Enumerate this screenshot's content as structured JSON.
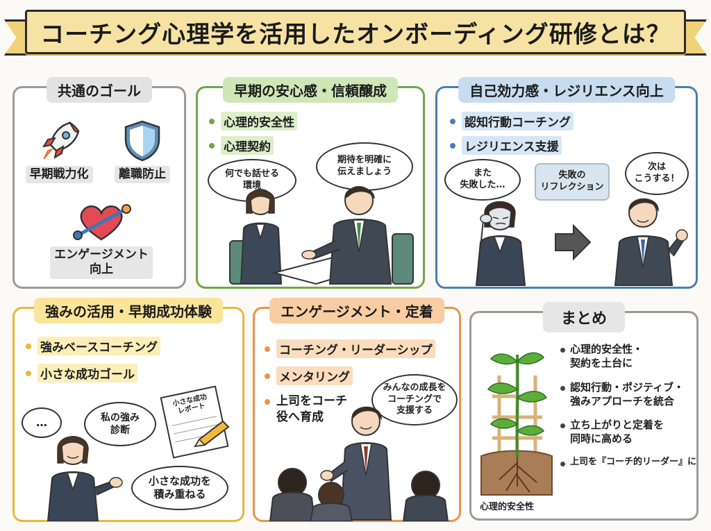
{
  "title": "コーチング心理学を活用したオンボーディング研修とは？",
  "colors": {
    "banner": "#f6e3a4",
    "green": "#6fa64a",
    "blue": "#4a7fb0",
    "yellow": "#e6b93a",
    "orange": "#e9934a",
    "gray": "#9a9a9a"
  },
  "goal": {
    "title": "共通のゴール",
    "items": [
      {
        "label": "早期戦力化",
        "icon": "rocket-icon"
      },
      {
        "label": "離職防止",
        "icon": "shield-icon"
      },
      {
        "label": "エンゲージメント\n向上",
        "icon": "heart-icon"
      }
    ]
  },
  "trust": {
    "title": "早期の安心感・信頼醸成",
    "bullets": [
      "心理的安全性",
      "心理契約"
    ],
    "bubble_left": "何でも話せる\n環境",
    "bubble_right": "期待を明確に\n伝えましょう"
  },
  "self": {
    "title": "自己効力感・レジリエンス向上",
    "bullets": [
      "認知行動コーチング",
      "レジリエンス支援"
    ],
    "bubble_left": "また\n失敗した…",
    "bubble_mid": "失敗の\nリフレクション",
    "bubble_right": "次は\nこうする！"
  },
  "strength": {
    "title": "強みの活用・早期成功体験",
    "bullets": [
      "強みベースコーチング",
      "小さな成功ゴール"
    ],
    "bubble_dots": "…",
    "bubble_diag": "私の強み\n診断",
    "report": "小さな成功\nレポート",
    "bubble_bottom": "小さな成功を\n積み重ねる"
  },
  "engage": {
    "title": "エンゲージメント・定着",
    "bullets": [
      "コーチング・リーダーシップ",
      "メンタリング",
      "上司をコーチ\n役へ育成"
    ],
    "bubble": "みんなの成長を\nコーチングで\n支援する"
  },
  "summary": {
    "title": "まとめ",
    "items": [
      "心理的安全性・\n契約を土台に",
      "認知行動・ポジティブ・\n強みアプローチを統合",
      "立ち上がりと定着を\n同時に高める",
      "上司を『コーチ的リーダー』に"
    ],
    "plant_label": "心理的安全性"
  }
}
